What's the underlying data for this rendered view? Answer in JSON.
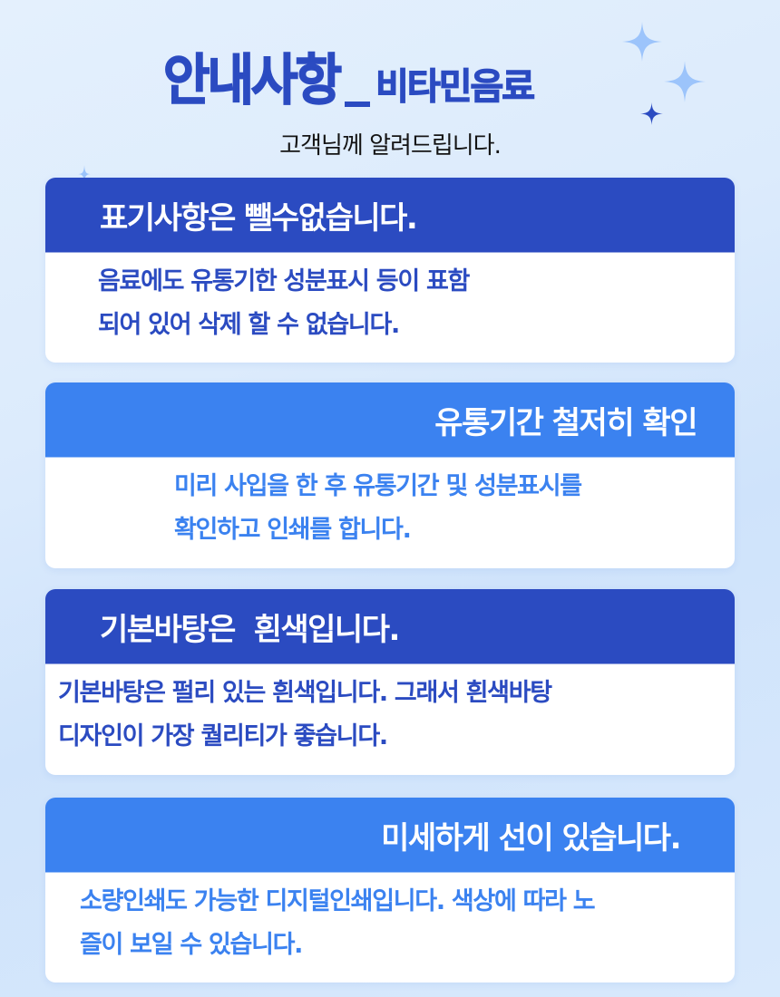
{
  "header": {
    "title_main": "안내사항",
    "title_sub": "비타민음료",
    "subtitle": "고객님께 알려드립니다."
  },
  "cards": [
    {
      "title": "표기사항은 뺄수없습니다.",
      "lines": [
        "음료에도 유통기한 성분표시 등이 표함",
        "되어 있어 삭제 할 수 없습니다."
      ]
    },
    {
      "title": "유통기간 철저히 확인",
      "lines": [
        "미리 사입을 한 후 유통기간 및 성분표시를",
        "확인하고 인쇄를 합니다."
      ]
    },
    {
      "title": "기본바탕은  흰색입니다.",
      "lines": [
        "기본바탕은 펄리 있는 흰색입니다. 그래서 흰색바탕",
        "디자인이 가장 퀄리티가 좋습니다."
      ]
    },
    {
      "title": "미세하게 선이 있습니다.",
      "lines": [
        "소량인쇄도 가능한 디지털인쇄입니다. 색상에 따라 노",
        "즐이 보일 수 있습니다."
      ]
    }
  ],
  "colors": {
    "dark_blue": "#2b4bc1",
    "light_blue": "#3b82f0",
    "sparkle_light": "#9cc4fb",
    "background": "#dcebfc"
  },
  "icons": [
    "sparkle-icon"
  ]
}
